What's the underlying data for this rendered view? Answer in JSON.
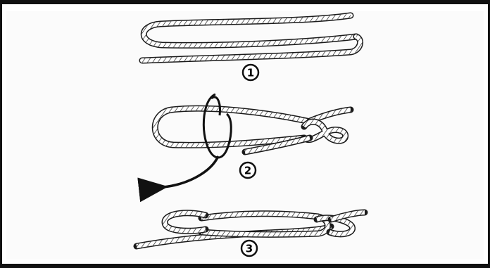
{
  "figure": {
    "steps": [
      {
        "label": "1"
      },
      {
        "label": "2"
      },
      {
        "label": "3"
      }
    ]
  },
  "colors": {
    "rope_outline": "#1a1a1a",
    "rope_fill": "#ffffff",
    "ink": "#111111",
    "frame": "#111111"
  }
}
